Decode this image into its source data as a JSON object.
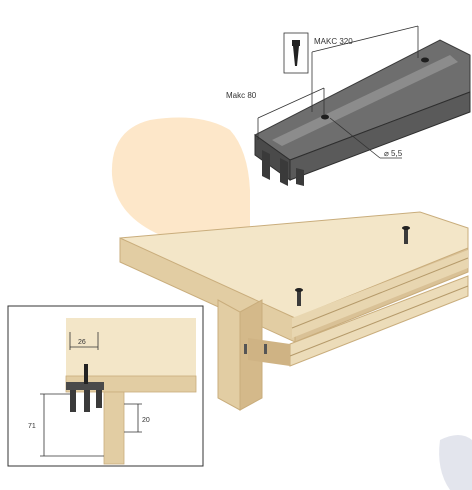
{
  "labels": {
    "spacing_max": "MAKC 320",
    "edge_max": "Makc 80",
    "hole_diameter": "⌀ 5,5",
    "width": "26",
    "height": "71",
    "depth": "20"
  },
  "colors": {
    "wood_light": "#f3e6c8",
    "wood_mid": "#e2cda3",
    "wood_dark": "#c9ad7c",
    "highlight_blob": "#fde3c0",
    "rail_dark": "#4a4a4a",
    "rail_mid": "#6e6e6e",
    "rail_light": "#8c8c8c",
    "line": "#333333",
    "watermark": "#1b2a6b"
  },
  "icons": [
    "screw-icon"
  ]
}
